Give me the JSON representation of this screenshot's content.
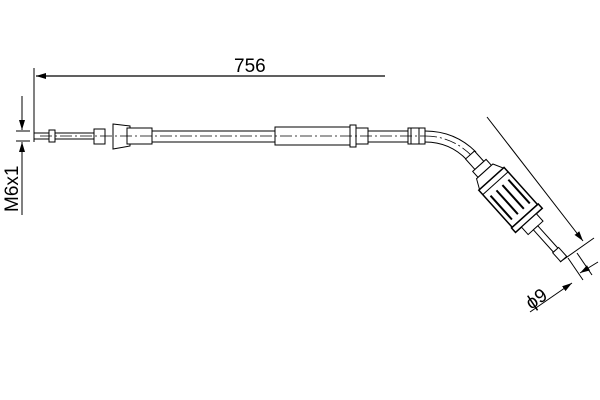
{
  "diagram": {
    "length_label": "756",
    "thread_label": "M6x1",
    "diameter_label": "ϕ9",
    "line_color": "#000000",
    "background": "#ffffff"
  }
}
